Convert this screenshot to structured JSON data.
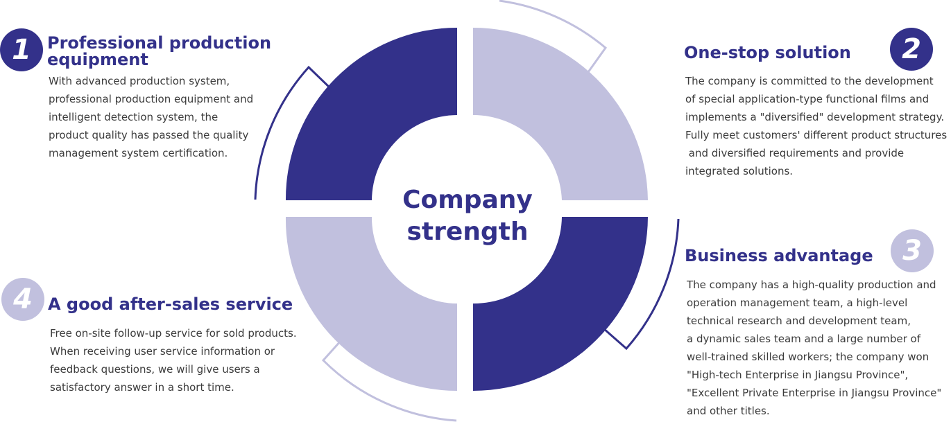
{
  "center": {
    "line1": "Company",
    "line2": "strength"
  },
  "colors": {
    "dark": "#33318a",
    "light": "#c1c0de",
    "text": "#3b3b3b"
  },
  "blocks": [
    {
      "number": "1",
      "heading_lines": [
        "Professional production",
        "equipment"
      ],
      "lines": [
        "With advanced production system,",
        "professional production equipment and",
        "intelligent detection system, the",
        "product quality has passed the quality",
        "management system certification."
      ]
    },
    {
      "number": "2",
      "heading_lines": [
        "One-stop solution"
      ],
      "lines": [
        "The company is committed to the development",
        "of special application-type functional films and",
        "implements a \"diversified\" development strategy.",
        "Fully meet customers' different product structures",
        " and diversified requirements and provide",
        "integrated solutions."
      ]
    },
    {
      "number": "3",
      "heading_lines": [
        "Business advantage"
      ],
      "lines": [
        "The company has a high-quality production and",
        "operation management team, a high-level",
        "technical research and development team,",
        "a dynamic sales team and a large number of",
        "well-trained skilled workers; the company won",
        "\"High-tech Enterprise in Jiangsu Province\",",
        "\"Excellent Private Enterprise in Jiangsu Province\"",
        "and other titles."
      ]
    },
    {
      "number": "4",
      "heading_lines": [
        "A good after-sales service"
      ],
      "lines": [
        "Free on-site follow-up service for sold products.",
        "When receiving user service information or",
        "feedback questions, we will give users a",
        "satisfactory answer in a short time."
      ]
    }
  ]
}
